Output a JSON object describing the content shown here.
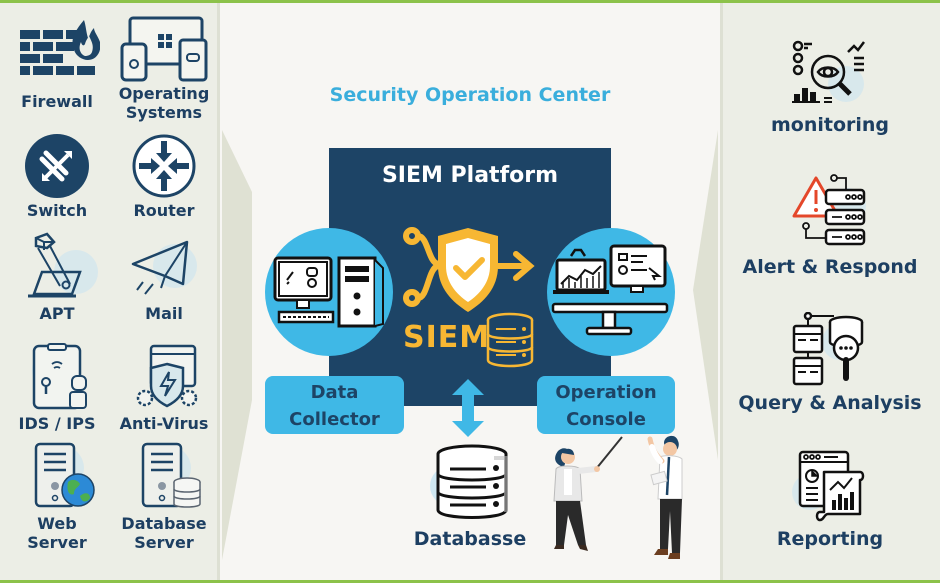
{
  "colors": {
    "accent_green": "#8cc24a",
    "navy": "#1d4466",
    "label_text": "#1d3f62",
    "sky_blue": "#3fb8e6",
    "title_blue": "#3aaedc",
    "siem_gold": "#f7b733",
    "alert_red": "#e4472a",
    "side_panel": "#eceee6",
    "center_bg": "#f7f6f3"
  },
  "left_panel": {
    "sources": [
      {
        "label": "Firewall",
        "icon": "firewall-icon"
      },
      {
        "label": "Operating Systems",
        "line1": "Operating",
        "line2": "Systems",
        "icon": "operating-systems-icon"
      },
      {
        "label": "Switch",
        "icon": "switch-icon"
      },
      {
        "label": "Router",
        "icon": "router-icon"
      },
      {
        "label": "APT",
        "icon": "apt-icon"
      },
      {
        "label": "Mail",
        "icon": "mail-icon"
      },
      {
        "label": "IDS / IPS",
        "icon": "ids-ips-icon"
      },
      {
        "label": "Anti-Virus",
        "icon": "anti-virus-icon"
      },
      {
        "label": "Web Server",
        "line1": "Web",
        "line2": "Server",
        "icon": "web-server-icon"
      },
      {
        "label": "Database Server",
        "line1": "Database",
        "line2": "Server",
        "icon": "database-server-icon"
      }
    ]
  },
  "center": {
    "title": "Security Operation Center",
    "platform_title": "SIEM Platform",
    "siem_logo_text": "SIEM",
    "data_collector": {
      "line1": "Data",
      "line2": "Collector"
    },
    "operation_console": {
      "line1": "Operation",
      "line2": "Console"
    },
    "database_label": "Databasse"
  },
  "right_panel": {
    "functions": [
      {
        "label": "monitoring",
        "icon": "monitoring-icon"
      },
      {
        "label": "Alert & Respond",
        "icon": "alert-respond-icon"
      },
      {
        "label": "Query & Analysis",
        "icon": "query-analysis-icon"
      },
      {
        "label": "Reporting",
        "icon": "reporting-icon"
      }
    ]
  }
}
